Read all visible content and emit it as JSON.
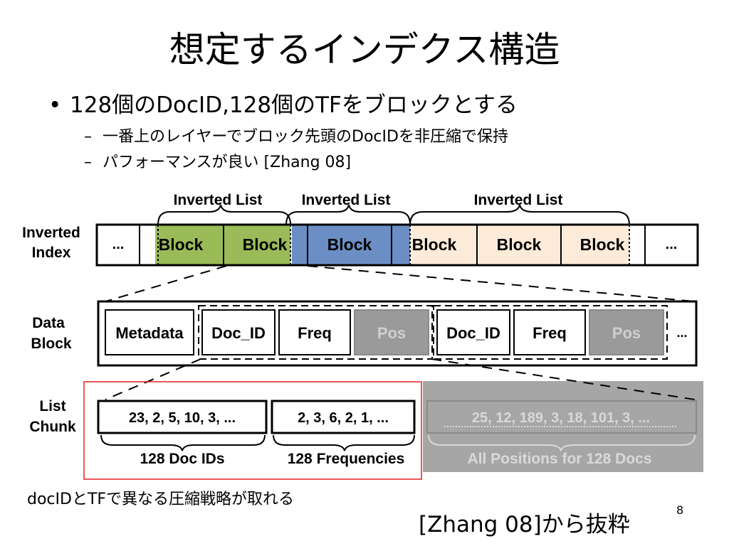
{
  "slide": {
    "title": "想定するインデクス構造",
    "bullet": "128個のDocID,128個のTFをブロックとする",
    "subbullets": [
      "一番上のレイヤーでブロック先頭のDocIDを非圧縮で保持",
      "パフォーマンスが良い [Zhang 08]"
    ],
    "bullet_glyph": "•",
    "dash_glyph": "–",
    "note": "docIDとTFで異なる圧縮戦略が取れる",
    "citation": "[Zhang 08]から抜粋",
    "page_number": "8"
  },
  "diagram": {
    "row_labels": {
      "inverted_index": [
        "Inverted",
        "Index"
      ],
      "data_block": [
        "Data",
        "Block"
      ],
      "list_chunk": [
        "List",
        "Chunk"
      ]
    },
    "inverted_list_label": "Inverted List",
    "ellipsis": "...",
    "block_label": "Block",
    "data_block_cells": [
      "Metadata",
      "Doc_ID",
      "Freq",
      "Pos",
      "Doc_ID",
      "Freq",
      "Pos"
    ],
    "chunks": [
      {
        "values": "23, 2, 5, 10, 3, ...",
        "caption": "128 Doc IDs"
      },
      {
        "values": "2, 3, 6, 2, 1, ...",
        "caption": "128 Frequencies"
      },
      {
        "values": "25, 12, 189, 3, 18, 101, 3, ...",
        "caption": "All Positions for 128 Docs"
      }
    ],
    "colors": {
      "green": "#9bbb59",
      "blue": "#6b8fc4",
      "peach": "#fdebd9",
      "gray_band": "#a6a6a6",
      "pos_gray": "#9a9a9a",
      "highlight_red": "#e32121"
    }
  }
}
